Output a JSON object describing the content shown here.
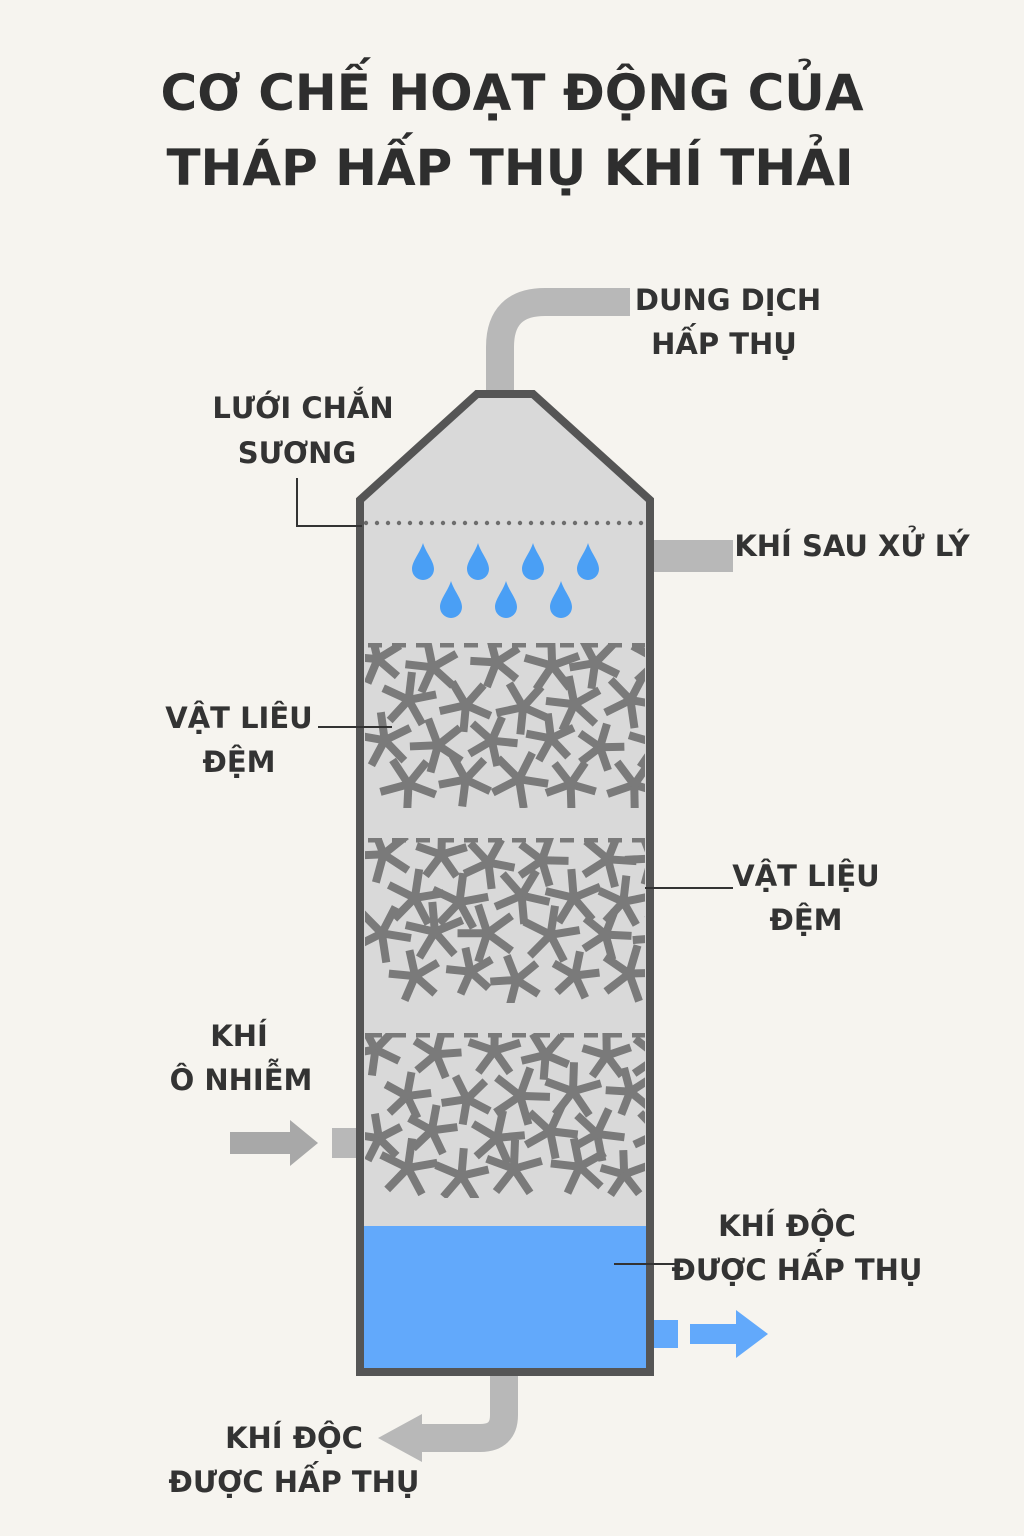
{
  "title": {
    "line1": "CƠ CHẾ HOẠT ĐỘNG CỦA",
    "line2": "THÁP HẤP THỤ KHÍ THẢI"
  },
  "labels": {
    "absorbent_solution": {
      "line1": "DUNG DỊCH",
      "line2": "HẤP THỤ"
    },
    "mist_eliminator": {
      "line1": "LƯỚI CHẮN",
      "line2": "SƯƠNG"
    },
    "treated_gas": {
      "line1": "KHÍ SAU XỬ LÝ"
    },
    "packing_left": {
      "line1": "VẬT LIÊU",
      "line2": "ĐỆM"
    },
    "packing_right": {
      "line1": "VẬT LIỆU",
      "line2": "ĐỆM"
    },
    "polluted_gas": {
      "line1": "KHÍ",
      "line2": "Ô NHIỄM"
    },
    "absorbed_gas_right": {
      "line1": "KHÍ ĐỘC",
      "line2": "ĐƯỢC HẤP THỤ"
    },
    "absorbed_gas_bottom": {
      "line1": "KHÍ ĐỘC",
      "line2": "ĐƯỢC HẤP THỤ"
    }
  },
  "colors": {
    "background": "#f6f4ef",
    "tower_fill": "#d9d9d9",
    "tower_outline": "#555555",
    "pipe": "#b8b8b8",
    "packing": "#7a7a7a",
    "liquid": "#62a9fb",
    "droplet": "#4a9ff5",
    "text": "#333333"
  }
}
